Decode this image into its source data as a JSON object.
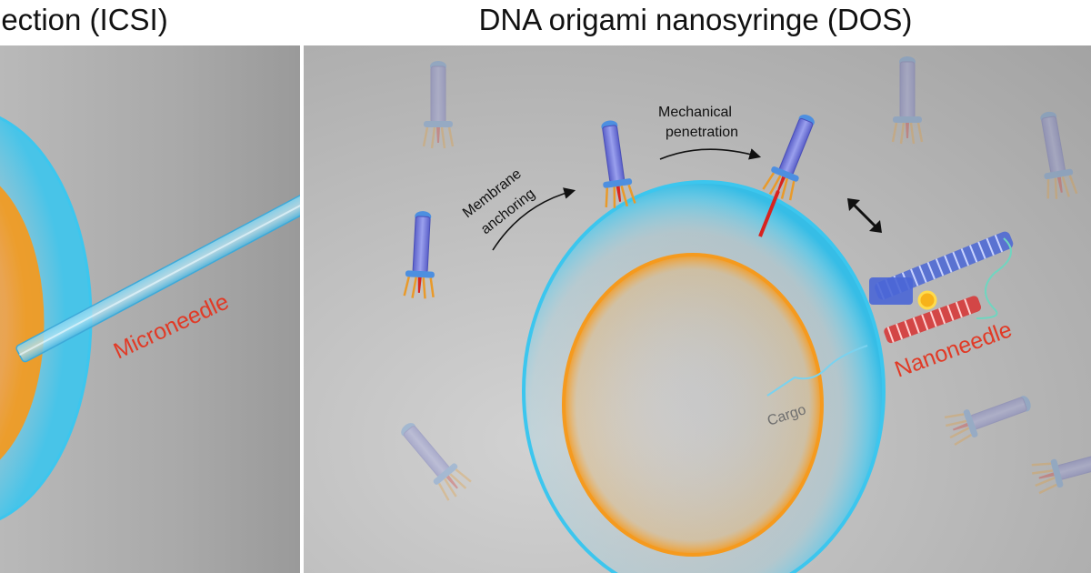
{
  "panels": {
    "left": {
      "title": "jection (ICSI)",
      "label_microneedle": "Microneedle"
    },
    "right": {
      "title": "DNA origami nanosyringe (DOS)",
      "label_membrane_line1": "Membrane",
      "label_membrane_line2": "anchoring",
      "label_mechanical_line1": "Mechanical",
      "label_mechanical_line2": "penetration",
      "label_nanoneedle": "Nanoneedle",
      "label_cargo": "Cargo"
    }
  },
  "colors": {
    "membrane": "#3cc6ee",
    "nucleus": "#f59a1e",
    "label_red": "#e13a26",
    "label_black": "#111111",
    "label_gray": "#6f6f6f",
    "syringe_body": "#6e72d8",
    "syringe_cap": "#4d8fe0",
    "needle_red": "#d8231f",
    "helix_blue": "#4a66d6",
    "helix_red": "#d63a3a"
  }
}
